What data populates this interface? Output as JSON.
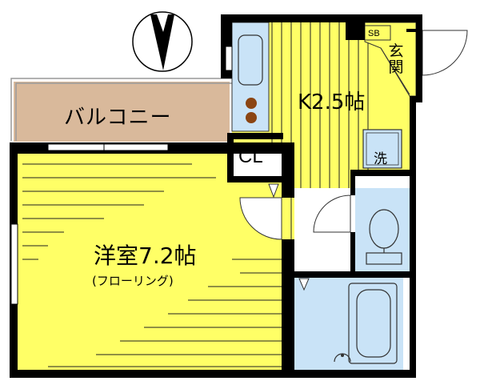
{
  "rooms": {
    "balcony": {
      "label": "バルコニー"
    },
    "western": {
      "label": "洋室7.2帖",
      "sub": "(フローリング)"
    },
    "kitchen": {
      "label": "K2.5帖"
    },
    "closet": {
      "label": "CL"
    },
    "shoe_box": {
      "label": "SB"
    },
    "entrance": {
      "label": "玄関"
    },
    "washer": {
      "label": "洗"
    }
  },
  "colors": {
    "wall": "#000000",
    "floor_yellow": "#ffff66",
    "balcony": "#d9b99b",
    "wet_area": "#c9e3f7",
    "stripe": "#222222"
  },
  "icons": [
    "north-compass-icon",
    "stove-icon",
    "toilet-icon",
    "bathtub-icon"
  ]
}
